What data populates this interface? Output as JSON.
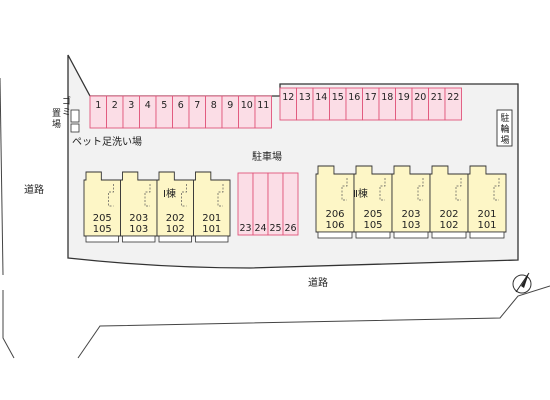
{
  "labels": {
    "road_left": "道路",
    "road_bottom": "道路",
    "parking_lot": "駐車場",
    "garbage_area": "ゴミ置場",
    "pet_wash_area": "ペット足洗い場",
    "bicycle_parking": "駐輪場",
    "building_1": "Ⅰ棟",
    "building_2": "Ⅱ棟"
  },
  "parking_top_row_a": [
    "1",
    "2",
    "3",
    "4",
    "5",
    "6",
    "7",
    "8",
    "9",
    "10",
    "11"
  ],
  "parking_top_row_b": [
    "12",
    "13",
    "14",
    "15",
    "16",
    "17",
    "18",
    "19",
    "20",
    "21",
    "22"
  ],
  "parking_middle": [
    "23",
    "24",
    "25",
    "26"
  ],
  "building_1_units": [
    {
      "upper": "205",
      "lower": "105"
    },
    {
      "upper": "203",
      "lower": "103"
    },
    {
      "upper": "202",
      "lower": "102"
    },
    {
      "upper": "201",
      "lower": "101"
    }
  ],
  "building_2_units": [
    {
      "upper": "206",
      "lower": "106"
    },
    {
      "upper": "205",
      "lower": "105"
    },
    {
      "upper": "203",
      "lower": "103"
    },
    {
      "upper": "202",
      "lower": "102"
    },
    {
      "upper": "201",
      "lower": "101"
    }
  ],
  "colors": {
    "lot_fill": "#f2f2f2",
    "parking_fill": "#fbdde6",
    "parking_stroke": "#e0557a",
    "building_fill": "#fdf6c6",
    "outline": "#333333"
  },
  "north_arrow_icon": "compass-north-icon"
}
